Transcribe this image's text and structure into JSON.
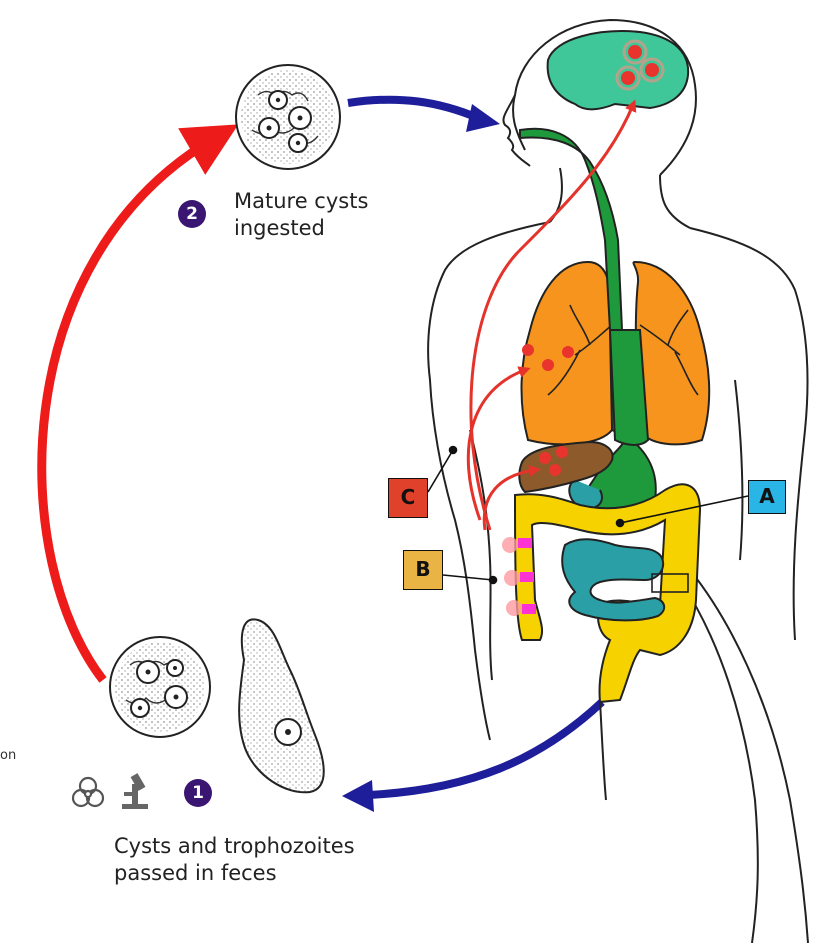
{
  "steps": {
    "step1": {
      "number": "1",
      "line1": "Cysts and trophozoites",
      "line2": "passed in feces"
    },
    "step2": {
      "number": "2",
      "line1": "Mature cysts",
      "line2": "ingested"
    }
  },
  "sites": {
    "a": {
      "label": "A",
      "color": "#29b5e6"
    },
    "b": {
      "label": "B",
      "color": "#e9b444"
    },
    "c": {
      "label": "C",
      "color": "#e0412a"
    }
  },
  "edge_fragment": "on",
  "colors": {
    "transmission_arrow": "#ee1b1b",
    "passage_arrow": "#1e1d9a",
    "step_badge": "#3b1572",
    "brain": "#3fc79a",
    "lungs": "#f7941d",
    "liver": "#8c5a2b",
    "stomach_esophagus": "#1e9a3c",
    "small_intestine": "#2aa0a6",
    "large_intestine": "#f5d200",
    "lesion": "#e8342c",
    "ulcer": "#ff33d4"
  },
  "icons": [
    "biohazard-icon",
    "microscope-icon"
  ]
}
